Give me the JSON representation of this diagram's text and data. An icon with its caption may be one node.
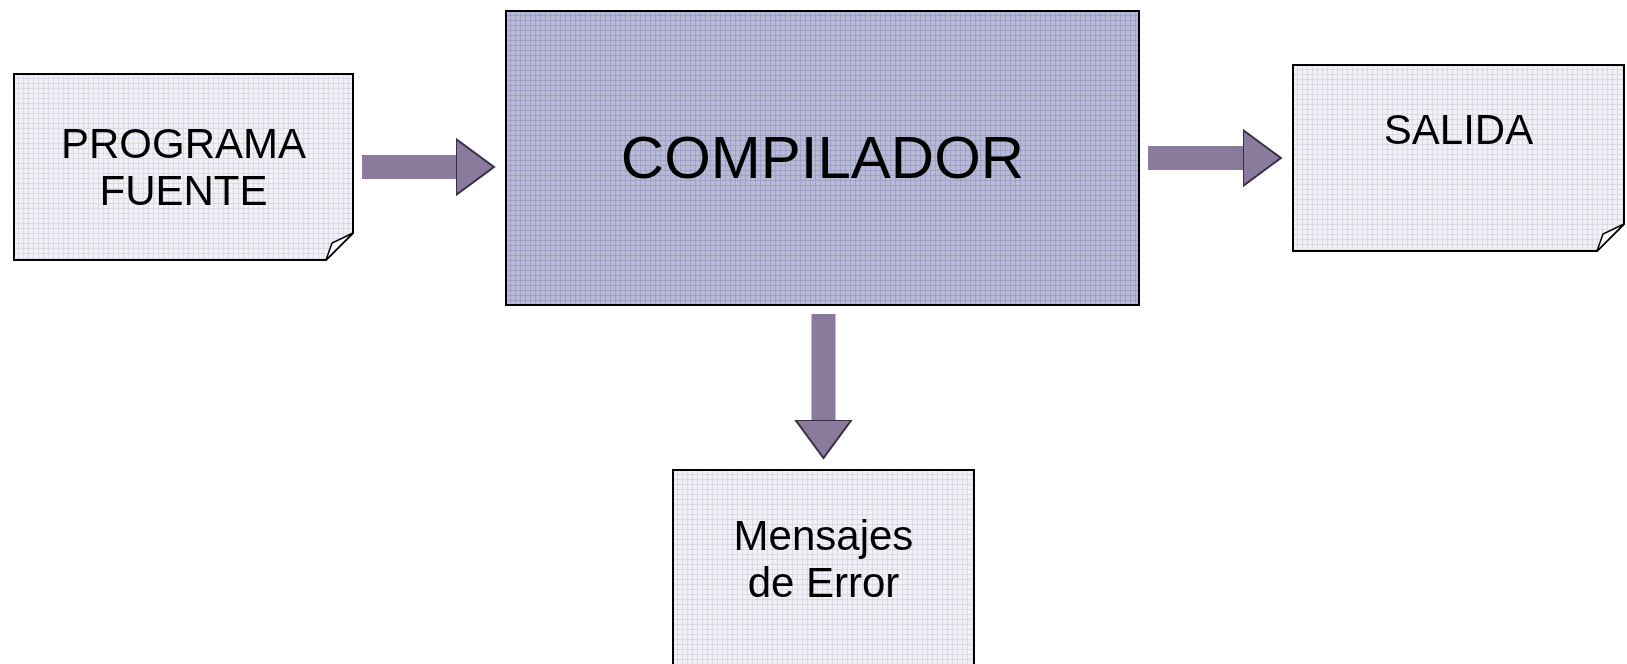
{
  "diagram": {
    "nodes": [
      {
        "text": [
          "PROGRAMA FUENTE"
        ]
      },
      {
        "text": [
          "COMPILADOR"
        ]
      },
      {
        "text": [
          "SALIDA"
        ]
      },
      {
        "text": [
          "Mensajes de Error"
        ]
      }
    ],
    "edges": [
      {
        "from": 0,
        "to": 1,
        "arrow": "to"
      },
      {
        "from": 1,
        "to": 2,
        "arrow": "to"
      },
      {
        "from": 1,
        "to": 3,
        "arrow": "to"
      }
    ]
  }
}
